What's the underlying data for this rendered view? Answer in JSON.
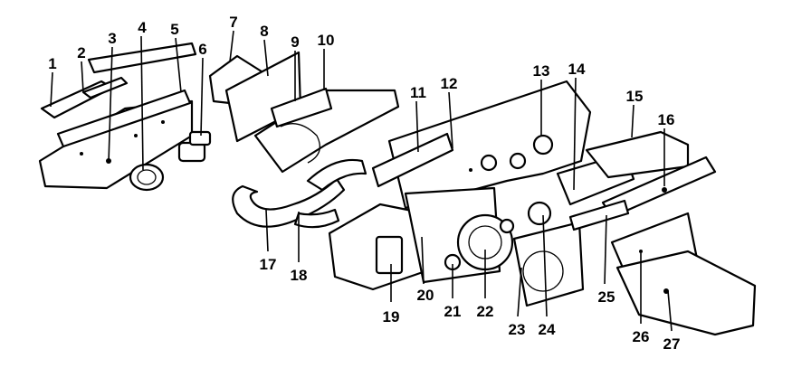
{
  "labels": [
    "1",
    "2",
    "3",
    "4",
    "5",
    "6",
    "7",
    "8",
    "9",
    "10",
    "11",
    "12",
    "13",
    "14",
    "15",
    "16",
    "17",
    "18",
    "19",
    "20",
    "21",
    "22",
    "23",
    "24",
    "25",
    "26",
    "27"
  ],
  "colors": {
    "ink": "#000000",
    "background": "#ffffff"
  }
}
